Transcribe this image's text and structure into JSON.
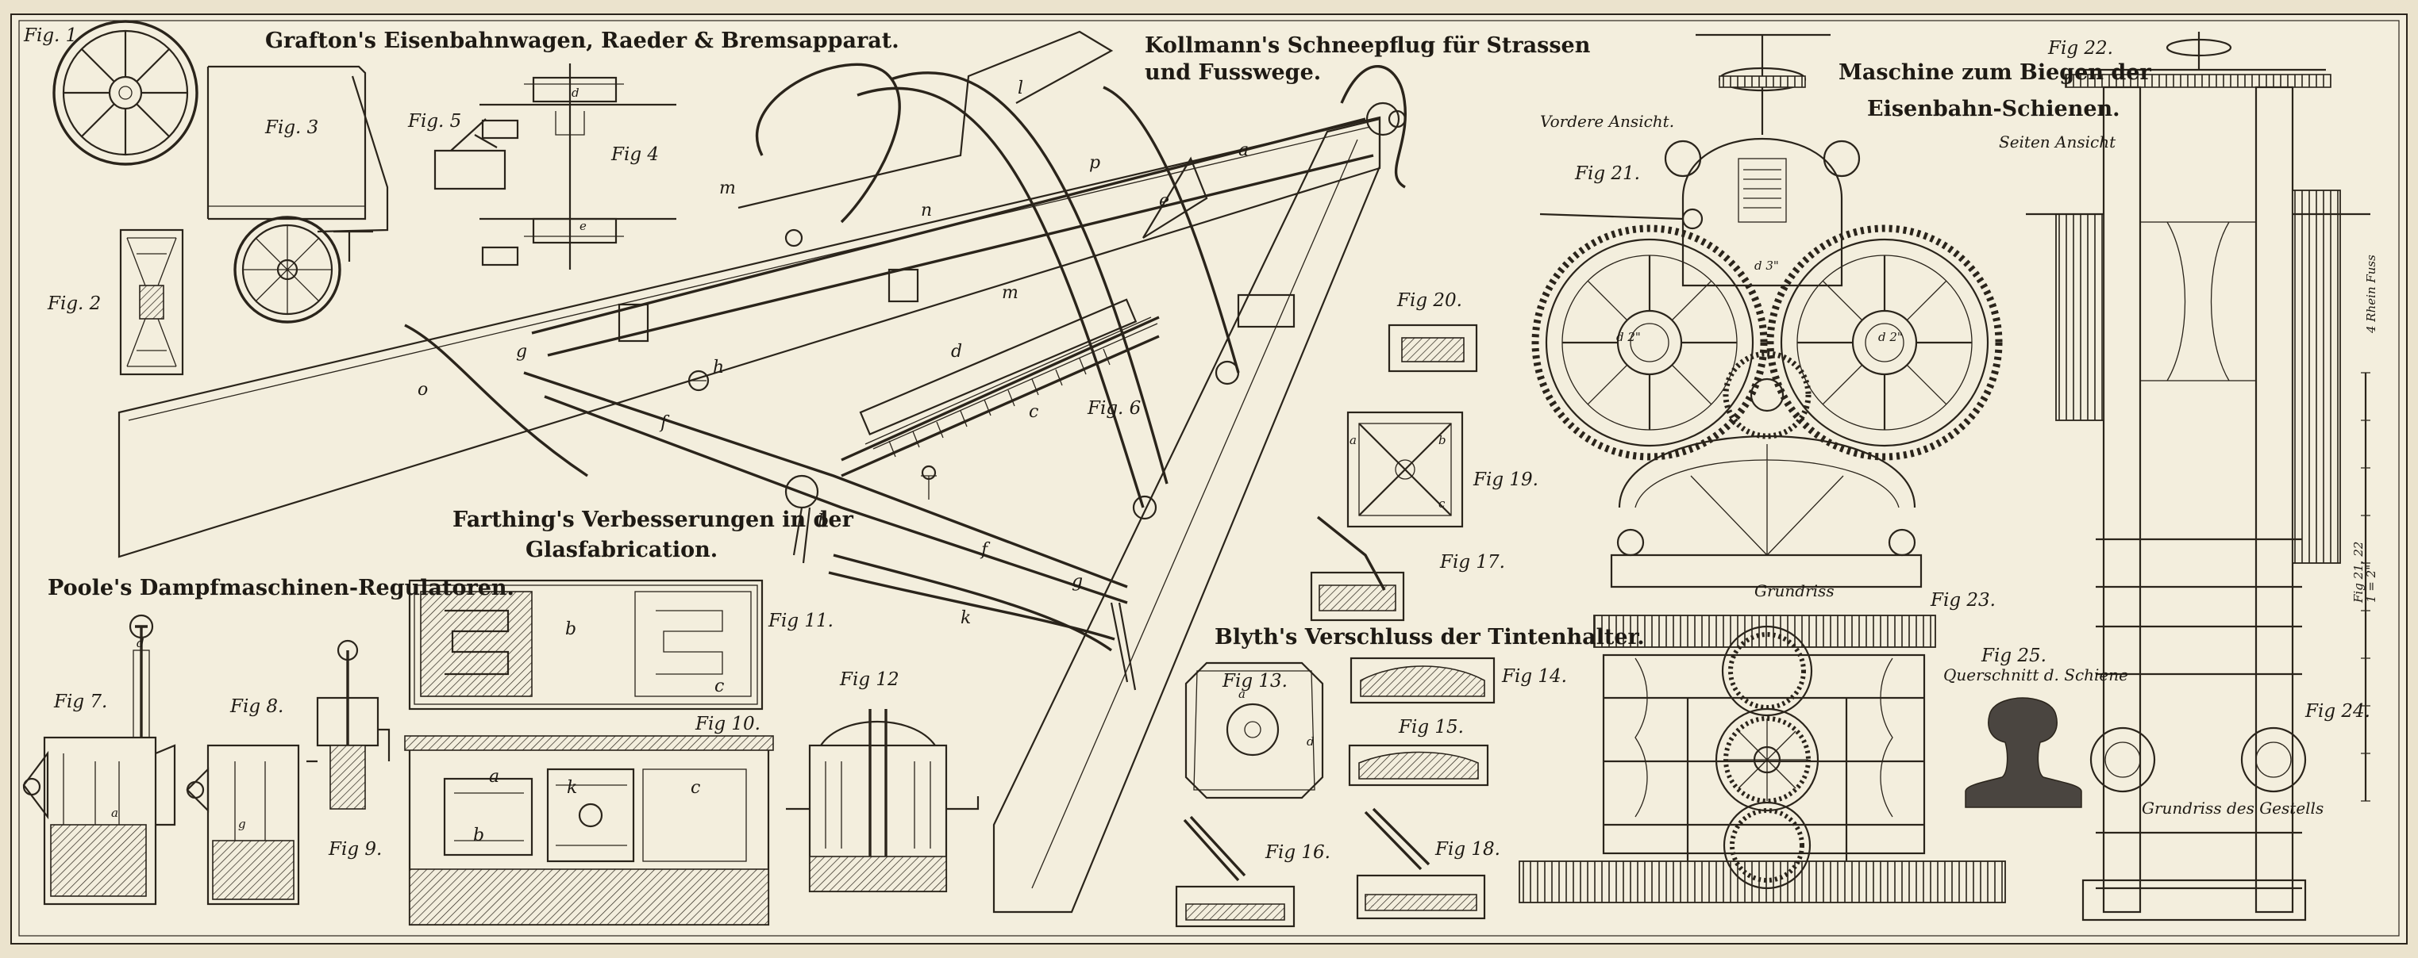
{
  "plate": {
    "paper_color": "#f3eedd",
    "ink_color": "#2a241b",
    "margin_color": "#ebe3cd"
  },
  "titles": {
    "grafton": "Grafton's Eisenbahnwagen, Raeder & Bremsapparat.",
    "kollmann_1": "Kollmann's Schneepflug für Strassen",
    "kollmann_2": "und Fusswege.",
    "biegen_1": "Maschine zum Biegen der",
    "biegen_2": "Eisenbahn-Schienen.",
    "farthing_1": "Farthing's Verbesserungen in der",
    "farthing_2": "Glasfabrication.",
    "poole": "Poole's Dampfmaschinen-Regulatoren.",
    "blyth": "Blyth's Verschluss der Tintenhalter."
  },
  "captions": {
    "vordere": "Vordere Ansicht.",
    "seiten": "Seiten Ansicht",
    "grundriss": "Grundriss",
    "querschnitt": "Querschnitt d. Schiene",
    "grundriss_gestell": "Grundriss des Gestells",
    "scale_label": "4 Rhein Fuss",
    "scale_value": "1 = 2\"",
    "scale_fig": "Fig 21, 22"
  },
  "figs": {
    "f1": "Fig. 1",
    "f2": "Fig. 2",
    "f3": "Fig. 3",
    "f4": "Fig 4",
    "f5": "Fig. 5",
    "f6": "Fig. 6",
    "f7": "Fig 7.",
    "f8": "Fig 8.",
    "f9": "Fig 9.",
    "f10": "Fig 10.",
    "f11": "Fig 11.",
    "f12": "Fig 12",
    "f13": "Fig 13.",
    "f14": "Fig 14.",
    "f15": "Fig 15.",
    "f16": "Fig 16.",
    "f17": "Fig 17.",
    "f18": "Fig 18.",
    "f19": "Fig 19.",
    "f20": "Fig 20.",
    "f21": "Fig 21.",
    "f22": "Fig 22.",
    "f23": "Fig 23.",
    "f24": "Fig 24.",
    "f25": "Fig 25."
  },
  "letters": {
    "f6_l": "l",
    "f6_m": "m",
    "f6_n": "n",
    "f6_m2": "m",
    "f6_g": "g",
    "f6_f": "f",
    "f6_h": "h",
    "f6_b": "b",
    "f6_c": "c",
    "f6_d": "d",
    "f6_e": "e",
    "f6_f2": "f",
    "f6_g2": "g",
    "f6_k": "k",
    "f6_p": "p",
    "f6_a": "a",
    "f6_o": "o",
    "f11_b": "b",
    "f11_c": "c",
    "f10_a": "a",
    "f10_b": "b",
    "f10_c": "c",
    "f10_k": "k",
    "f19_a": "a",
    "f19_b": "b",
    "f19_c": "c",
    "f13_a": "a",
    "f13_d": "d",
    "f4_d": "d",
    "f4_e": "e",
    "f7_a": "a",
    "f7_d": "d",
    "f8_g": "g",
    "f21_d1": "d 2\"",
    "f21_d2": "d 2\"",
    "f21_d3": "d 3\""
  }
}
